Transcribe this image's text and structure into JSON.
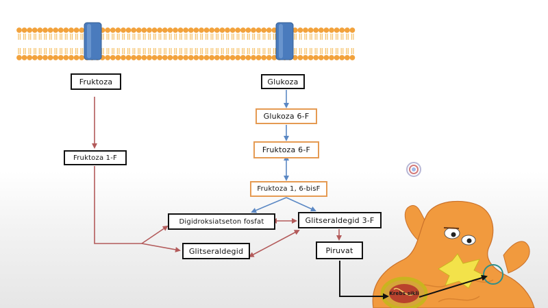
{
  "nodes": {
    "fruktoza": "Fruktoza",
    "glukoza": "Glukoza",
    "glukoza_6f": "Glukoza 6-F",
    "fruktoza_6f": "Fruktoza 6-F",
    "fruktoza_16bif": "Fruktoza 1, 6-bisF",
    "fruktoza_1f": "Fruktoza 1-F",
    "digidroksiatseton_fosfat": "Digidroksiatseton fosfat",
    "glitseraldegid_3f": "Glitseraldegid 3-F",
    "glitseraldegid": "Glitseraldegid",
    "piruvat": "Piruvat",
    "mito_label": "Krebs sikli"
  },
  "colors": {
    "membrane_head": "#f2a23c",
    "membrane_tail": "#f6c36d",
    "channel": "#4a7bbd",
    "arrow_blue": "#5b88c4",
    "arrow_red": "#b35a5a",
    "box_orange_border": "#e59a52",
    "character_orange": "#f19a3e",
    "mito_ring": "#c9b41f",
    "mito_fill": "#d6a43a"
  }
}
